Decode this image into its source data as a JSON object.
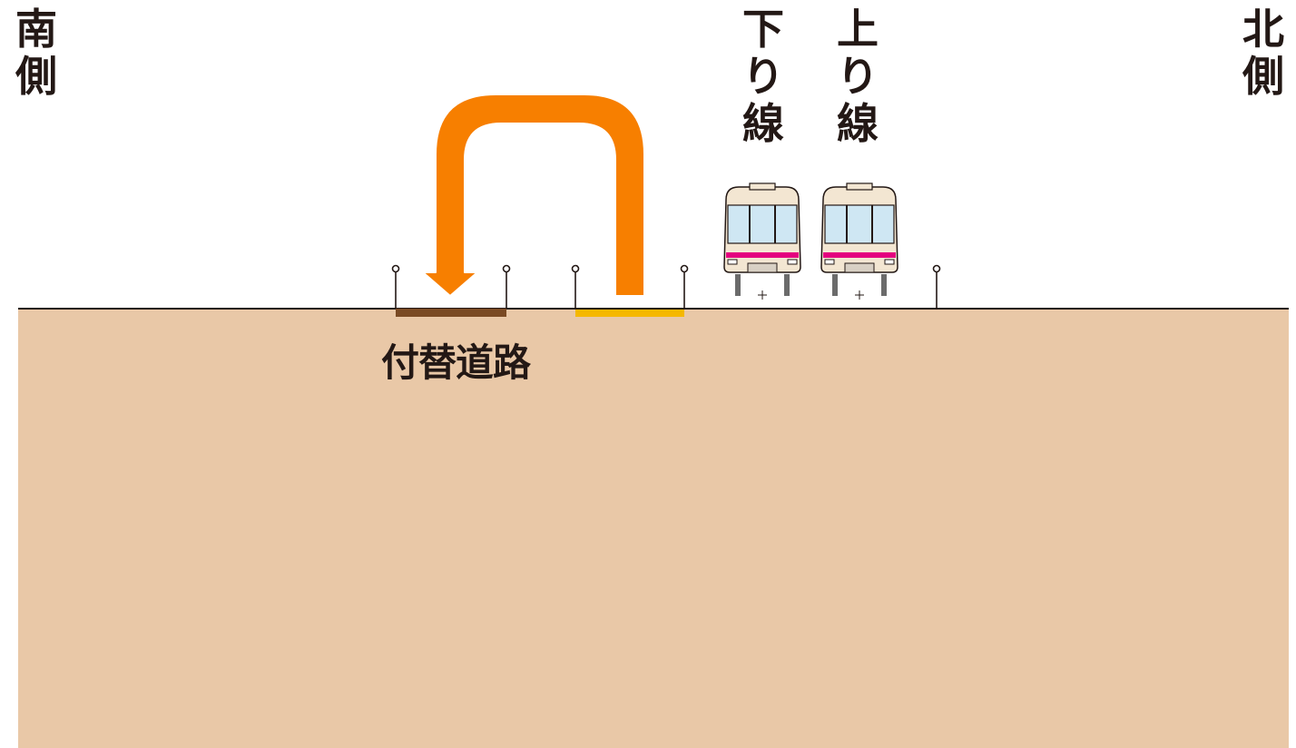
{
  "labels": {
    "south": "南\n側",
    "north": "北\n側",
    "down_line": "下\nり\n線",
    "up_line": "上\nり\n線",
    "detour_road": "付替道路"
  },
  "colors": {
    "ground": "#e9c8a7",
    "ground_line": "#231815",
    "arrow": "#f77f00",
    "arrow_outline": "#ffffff",
    "detour_road": "#7a4a23",
    "existing_road": "#f5b800",
    "train_body": "#f3e6d2",
    "train_stripe": "#e4007f",
    "train_window": "#cfe7f3",
    "text": "#231815"
  },
  "icons": {
    "arrow": "u-turn-arrow-icon",
    "train": "train-front-icon",
    "fence_post": "fence-post-icon"
  }
}
